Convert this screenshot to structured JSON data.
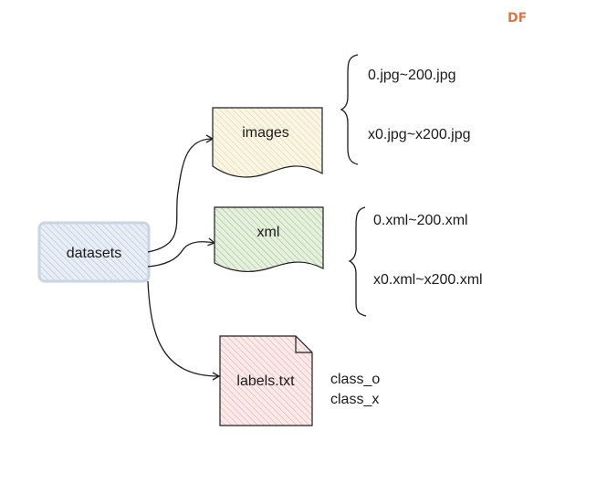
{
  "watermark": "DF",
  "nodes": {
    "datasets": "datasets",
    "images": "images",
    "xml": "xml",
    "labels": "labels.txt"
  },
  "images_files": [
    "0.jpg~200.jpg",
    "x0.jpg~x200.jpg"
  ],
  "xml_files": [
    "0.xml~200.xml",
    "x0.xml~x200.xml"
  ],
  "label_classes": [
    "class_o",
    "class_x"
  ],
  "colors": {
    "datasets_fill": "#dde6f2",
    "datasets_stroke": "#b9c7da",
    "images_fill": "#f3eccd",
    "xml_fill": "#cfe2c2",
    "labels_fill": "#f4d3d3",
    "outline": "#1e1e1e",
    "watermark": "#e2753a"
  }
}
